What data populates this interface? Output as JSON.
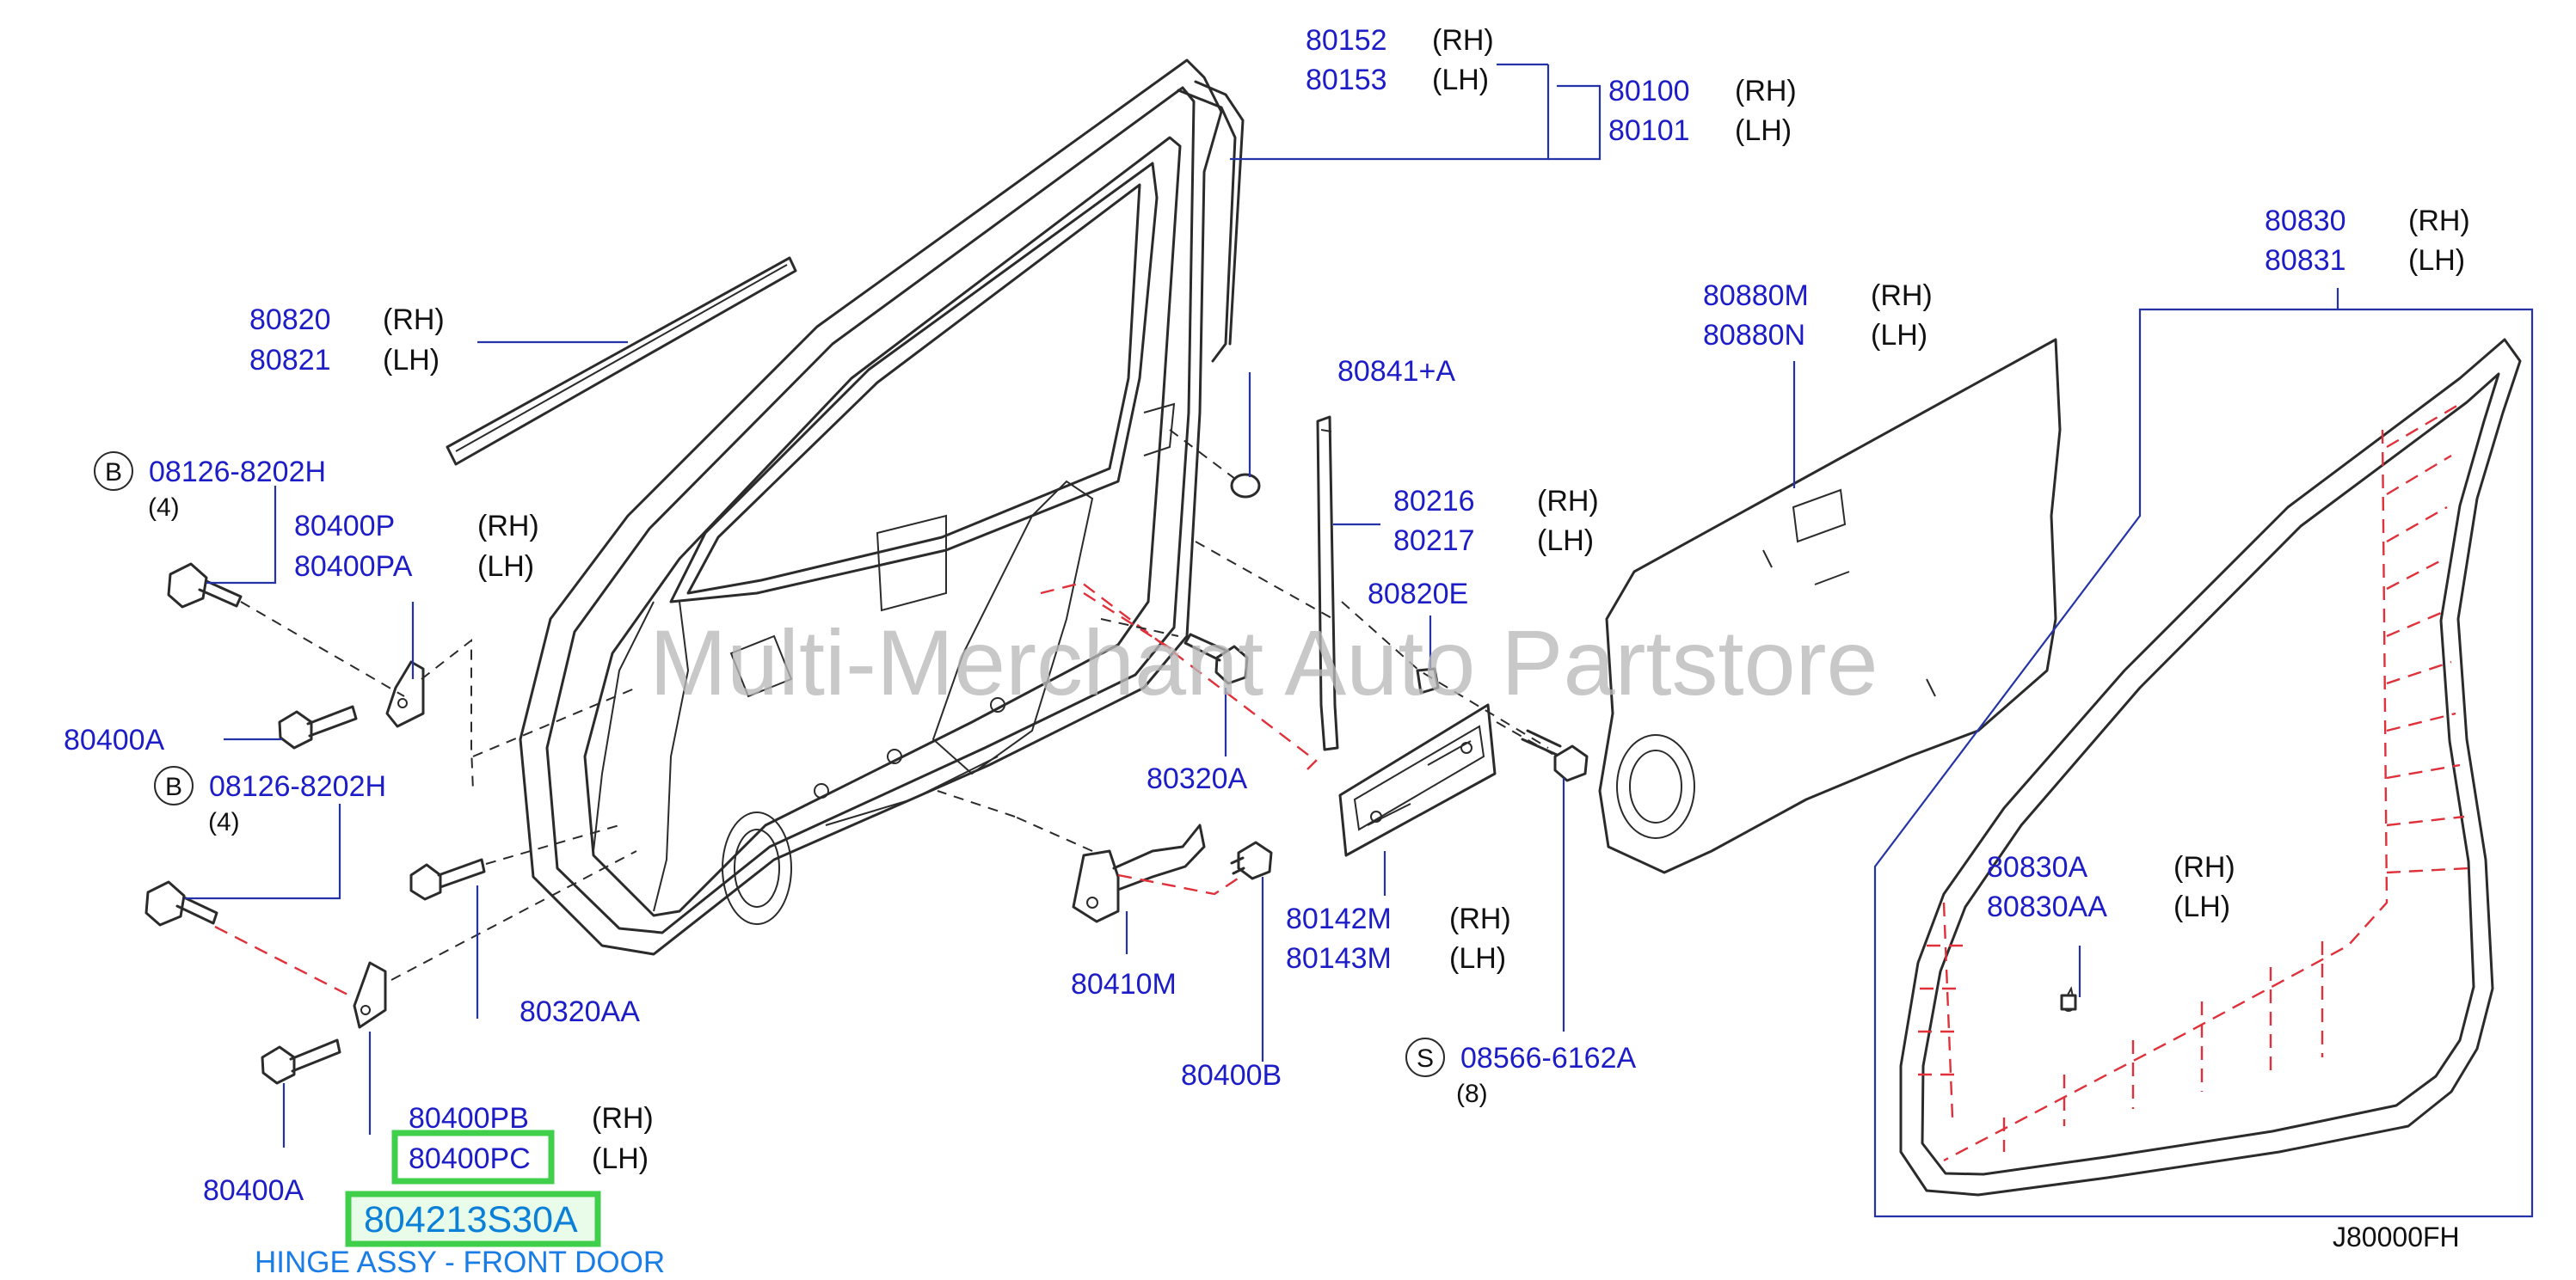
{
  "callouts": {
    "p80152": {
      "num": "80152",
      "side": "(RH)"
    },
    "p80153": {
      "num": "80153",
      "side": "(LH)"
    },
    "p80100": {
      "num": "80100",
      "side": "(RH)"
    },
    "p80101": {
      "num": "80101",
      "side": "(LH)"
    },
    "p80820": {
      "num": "80820",
      "side": "(RH)"
    },
    "p80821": {
      "num": "80821",
      "side": "(LH)"
    },
    "p08126a": {
      "letter": "B",
      "num": "08126-8202H",
      "count": "(4)"
    },
    "p80400P": {
      "num": "80400P",
      "side": "(RH)"
    },
    "p80400PA": {
      "num": "80400PA",
      "side": "(LH)"
    },
    "p80400A_top": {
      "num": "80400A"
    },
    "p08126b": {
      "letter": "B",
      "num": "08126-8202H",
      "count": "(4)"
    },
    "p80320AA": {
      "num": "80320AA"
    },
    "p80400PB": {
      "num": "80400PB",
      "side": "(RH)"
    },
    "p80400PC": {
      "num": "80400PC",
      "side": "(LH)"
    },
    "p80400A_bot": {
      "num": "80400A"
    },
    "p80841A": {
      "num": "80841+A"
    },
    "p80216": {
      "num": "80216",
      "side": "(RH)"
    },
    "p80217": {
      "num": "80217",
      "side": "(LH)"
    },
    "p80820E": {
      "num": "80820E"
    },
    "p80320A": {
      "num": "80320A"
    },
    "p80410M": {
      "num": "80410M"
    },
    "p80400B": {
      "num": "80400B"
    },
    "p80142M": {
      "num": "80142M",
      "side": "(RH)"
    },
    "p80143M": {
      "num": "80143M",
      "side": "(LH)"
    },
    "p08566": {
      "letter": "S",
      "num": "08566-6162A",
      "count": "(8)"
    },
    "p80880M": {
      "num": "80880M",
      "side": "(RH)"
    },
    "p80880N": {
      "num": "80880N",
      "side": "(LH)"
    },
    "p80830": {
      "num": "80830",
      "side": "(RH)"
    },
    "p80831": {
      "num": "80831",
      "side": "(LH)"
    },
    "p80830A": {
      "num": "80830A",
      "side": "(RH)"
    },
    "p80830AA": {
      "num": "80830AA",
      "side": "(LH)"
    }
  },
  "highlight": {
    "part_number": "804213S30A",
    "description": "HINGE ASSY - FRONT DOOR"
  },
  "watermark": "Multi-Merchant Auto Partstore",
  "diagram_code": "J80000FH",
  "colors": {
    "part_number": "#1d1dc8",
    "highlight_box": "#3fcf4a",
    "highlight_text": "#0b80d8",
    "description": "#1a7de6",
    "red_dashed": "#e0303a"
  }
}
